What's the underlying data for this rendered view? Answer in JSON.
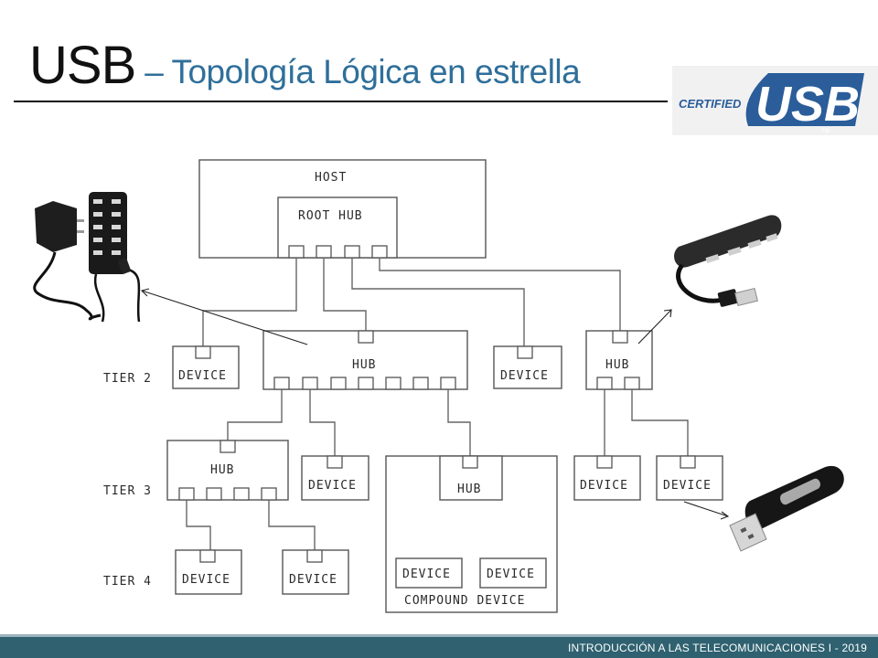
{
  "slide": {
    "title_main": "USB",
    "title_sub": "– Topología Lógica en estrella",
    "footer": "INTRODUCCIÓN A LAS TELECOMUNICACIONES I - 2019"
  },
  "logo": {
    "certified": "CERTIFIED",
    "usb": "USB",
    "tm": "TM"
  },
  "diagram": {
    "host": "HOST",
    "root_hub": "ROOT HUB",
    "hub": "HUB",
    "device": "DEVICE",
    "compound_device": "COMPOUND DEVICE",
    "tier2": "TIER 2",
    "tier3": "TIER 3",
    "tier4": "TIER 4"
  },
  "colors": {
    "title_sub": "#2f6f9a",
    "footer_bg": "#2f6170",
    "logo_blue": "#2a5d9a"
  }
}
